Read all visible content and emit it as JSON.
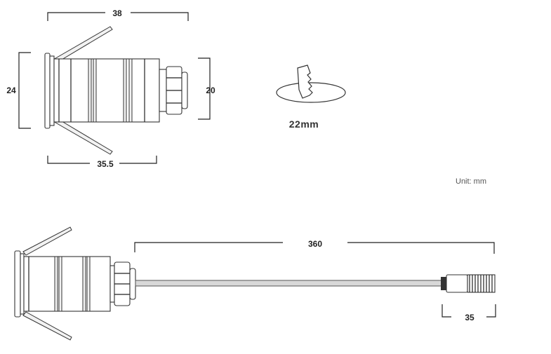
{
  "dimensions": {
    "overall_length": "38",
    "height": "24",
    "nut_height": "20",
    "body_length": "35.5",
    "hole_diameter": "22mm",
    "cable_length": "360",
    "connector_length": "35"
  },
  "unit_note": "Unit: mm"
}
